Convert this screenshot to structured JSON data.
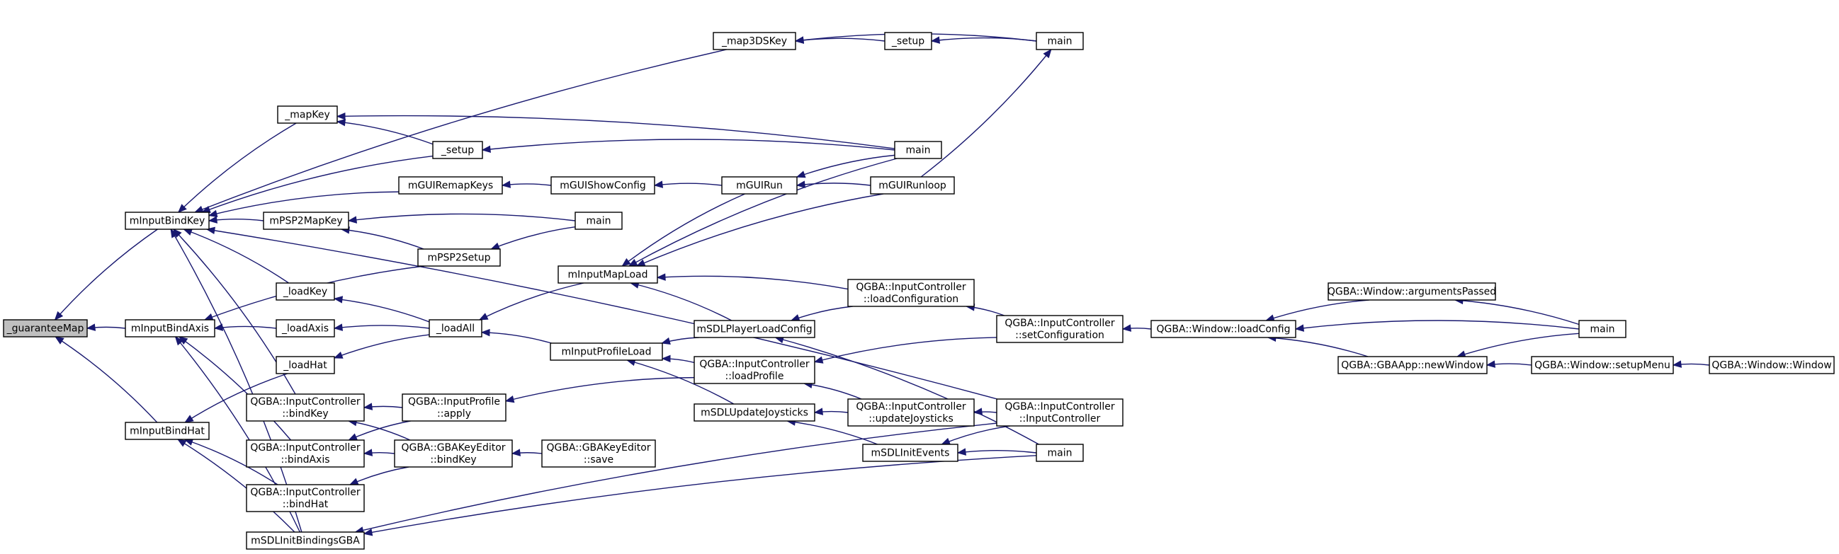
{
  "colors": {
    "edge": "#191970",
    "node_border": "#000000",
    "root_fill": "#bfbfbf",
    "node_fill": "#ffffff"
  },
  "nodes": [
    {
      "id": "guaranteeMap",
      "lines": [
        "_guaranteeMap"
      ]
    },
    {
      "id": "mInputBindKey",
      "lines": [
        "mInputBindKey"
      ]
    },
    {
      "id": "mInputBindAxis",
      "lines": [
        "mInputBindAxis"
      ]
    },
    {
      "id": "mInputBindHat",
      "lines": [
        "mInputBindHat"
      ]
    },
    {
      "id": "map3DSKey",
      "lines": [
        "_map3DSKey"
      ]
    },
    {
      "id": "setup3ds",
      "lines": [
        "_setup"
      ]
    },
    {
      "id": "main3ds",
      "lines": [
        "main"
      ]
    },
    {
      "id": "mapKey",
      "lines": [
        "_mapKey"
      ]
    },
    {
      "id": "setup2",
      "lines": [
        "_setup"
      ]
    },
    {
      "id": "main2",
      "lines": [
        "main"
      ]
    },
    {
      "id": "mGUIRemapKeys",
      "lines": [
        "mGUIRemapKeys"
      ]
    },
    {
      "id": "mGUIShowConfig",
      "lines": [
        "mGUIShowConfig"
      ]
    },
    {
      "id": "mGUIRun",
      "lines": [
        "mGUIRun"
      ]
    },
    {
      "id": "mGUIRunloop",
      "lines": [
        "mGUIRunloop"
      ]
    },
    {
      "id": "mPSP2MapKey",
      "lines": [
        "mPSP2MapKey"
      ]
    },
    {
      "id": "mainPSP",
      "lines": [
        "main"
      ]
    },
    {
      "id": "mPSP2Setup",
      "lines": [
        "mPSP2Setup"
      ]
    },
    {
      "id": "loadKey",
      "lines": [
        "_loadKey"
      ]
    },
    {
      "id": "loadAxis",
      "lines": [
        "_loadAxis"
      ]
    },
    {
      "id": "loadHat",
      "lines": [
        "_loadHat"
      ]
    },
    {
      "id": "loadAll",
      "lines": [
        "_loadAll"
      ]
    },
    {
      "id": "mInputMapLoad",
      "lines": [
        "mInputMapLoad"
      ]
    },
    {
      "id": "mInputProfileLoad",
      "lines": [
        "mInputProfileLoad"
      ]
    },
    {
      "id": "mSDLPlayerLoadConfig",
      "lines": [
        "mSDLPlayerLoadConfig"
      ]
    },
    {
      "id": "icLoadConfiguration",
      "lines": [
        "QGBA::InputController",
        "::loadConfiguration"
      ]
    },
    {
      "id": "icSetConfiguration",
      "lines": [
        "QGBA::InputController",
        "::setConfiguration"
      ]
    },
    {
      "id": "winLoadConfig",
      "lines": [
        "QGBA::Window::loadConfig"
      ]
    },
    {
      "id": "winArgumentsPassed",
      "lines": [
        "QGBA::Window::argumentsPassed"
      ]
    },
    {
      "id": "mainQt",
      "lines": [
        "main"
      ]
    },
    {
      "id": "appNewWindow",
      "lines": [
        "QGBA::GBAApp::newWindow"
      ]
    },
    {
      "id": "winSetupMenu",
      "lines": [
        "QGBA::Window::setupMenu"
      ]
    },
    {
      "id": "winWindow",
      "lines": [
        "QGBA::Window::Window"
      ]
    },
    {
      "id": "icLoadProfile",
      "lines": [
        "QGBA::InputController",
        "::loadProfile"
      ]
    },
    {
      "id": "mSDLUpdateJoysticks",
      "lines": [
        "mSDLUpdateJoysticks"
      ]
    },
    {
      "id": "icUpdateJoysticks",
      "lines": [
        "QGBA::InputController",
        "::updateJoysticks"
      ]
    },
    {
      "id": "icInputController",
      "lines": [
        "QGBA::InputController",
        "::InputController"
      ]
    },
    {
      "id": "mSDLInitEvents",
      "lines": [
        "mSDLInitEvents"
      ]
    },
    {
      "id": "mainSDL",
      "lines": [
        "main"
      ]
    },
    {
      "id": "icBindKey",
      "lines": [
        "QGBA::InputController",
        "::bindKey"
      ]
    },
    {
      "id": "ipApply",
      "lines": [
        "QGBA::InputProfile",
        "::apply"
      ]
    },
    {
      "id": "icBindAxis",
      "lines": [
        "QGBA::InputController",
        "::bindAxis"
      ]
    },
    {
      "id": "gkeBindKey",
      "lines": [
        "QGBA::GBAKeyEditor",
        "::bindKey"
      ]
    },
    {
      "id": "gkeSave",
      "lines": [
        "QGBA::GBAKeyEditor",
        "::save"
      ]
    },
    {
      "id": "icBindHat",
      "lines": [
        "QGBA::InputController",
        "::bindHat"
      ]
    },
    {
      "id": "mSDLInitBindingsGBA",
      "lines": [
        "mSDLInitBindingsGBA"
      ]
    }
  ],
  "edges": [
    {
      "from": "mInputBindKey",
      "to": "guaranteeMap"
    },
    {
      "from": "mInputBindAxis",
      "to": "guaranteeMap"
    },
    {
      "from": "mInputBindHat",
      "to": "guaranteeMap"
    },
    {
      "from": "map3DSKey",
      "to": "mInputBindKey"
    },
    {
      "from": "mapKey",
      "to": "mInputBindKey"
    },
    {
      "from": "setup2",
      "to": "mInputBindKey"
    },
    {
      "from": "mGUIRemapKeys",
      "to": "mInputBindKey"
    },
    {
      "from": "mPSP2MapKey",
      "to": "mInputBindKey"
    },
    {
      "from": "loadKey",
      "to": "mInputBindKey"
    },
    {
      "from": "icBindKey",
      "to": "mInputBindKey"
    },
    {
      "from": "mSDLInitBindingsGBA",
      "to": "mInputBindKey"
    },
    {
      "from": "icInputController",
      "to": "mInputBindKey"
    },
    {
      "from": "loadAxis",
      "to": "mInputBindAxis"
    },
    {
      "from": "mPSP2Setup",
      "to": "mInputBindAxis"
    },
    {
      "from": "icBindAxis",
      "to": "mInputBindAxis"
    },
    {
      "from": "mSDLInitBindingsGBA",
      "to": "mInputBindAxis"
    },
    {
      "from": "loadHat",
      "to": "mInputBindHat"
    },
    {
      "from": "icBindHat",
      "to": "mInputBindHat"
    },
    {
      "from": "mSDLInitBindingsGBA",
      "to": "mInputBindHat"
    },
    {
      "from": "setup3ds",
      "to": "map3DSKey"
    },
    {
      "from": "main3ds",
      "to": "map3DSKey"
    },
    {
      "from": "main3ds",
      "to": "setup3ds"
    },
    {
      "from": "setup2",
      "to": "mapKey"
    },
    {
      "from": "main2",
      "to": "mapKey"
    },
    {
      "from": "main2",
      "to": "setup2"
    },
    {
      "from": "mGUIShowConfig",
      "to": "mGUIRemapKeys"
    },
    {
      "from": "mGUIRun",
      "to": "mGUIShowConfig"
    },
    {
      "from": "main2",
      "to": "mGUIRun"
    },
    {
      "from": "mGUIRunloop",
      "to": "mGUIRun"
    },
    {
      "from": "mainPSP",
      "to": "mPSP2MapKey"
    },
    {
      "from": "mPSP2Setup",
      "to": "mPSP2MapKey"
    },
    {
      "from": "mainPSP",
      "to": "mPSP2Setup"
    },
    {
      "from": "mGUIRunloop",
      "to": "main3ds"
    },
    {
      "from": "loadAll",
      "to": "loadKey"
    },
    {
      "from": "loadAll",
      "to": "loadAxis"
    },
    {
      "from": "loadAll",
      "to": "loadHat"
    },
    {
      "from": "mInputMapLoad",
      "to": "loadAll"
    },
    {
      "from": "mInputProfileLoad",
      "to": "loadAll"
    },
    {
      "from": "mGUIRun",
      "to": "mInputMapLoad"
    },
    {
      "from": "main2",
      "to": "mInputMapLoad"
    },
    {
      "from": "mGUIRunloop",
      "to": "mInputMapLoad"
    },
    {
      "from": "mSDLPlayerLoadConfig",
      "to": "mInputMapLoad"
    },
    {
      "from": "icLoadConfiguration",
      "to": "mInputMapLoad"
    },
    {
      "from": "mSDLPlayerLoadConfig",
      "to": "mInputProfileLoad"
    },
    {
      "from": "icLoadProfile",
      "to": "mInputProfileLoad"
    },
    {
      "from": "mSDLUpdateJoysticks",
      "to": "mInputProfileLoad"
    },
    {
      "from": "icLoadConfiguration",
      "to": "mSDLPlayerLoadConfig"
    },
    {
      "from": "mainSDL",
      "to": "mSDLPlayerLoadConfig"
    },
    {
      "from": "icSetConfiguration",
      "to": "icLoadConfiguration"
    },
    {
      "from": "icSetConfiguration",
      "to": "icLoadProfile"
    },
    {
      "from": "winLoadConfig",
      "to": "icSetConfiguration"
    },
    {
      "from": "winArgumentsPassed",
      "to": "winLoadConfig"
    },
    {
      "from": "mainQt",
      "to": "winLoadConfig"
    },
    {
      "from": "appNewWindow",
      "to": "winLoadConfig"
    },
    {
      "from": "mainQt",
      "to": "winArgumentsPassed"
    },
    {
      "from": "mainQt",
      "to": "appNewWindow"
    },
    {
      "from": "winSetupMenu",
      "to": "appNewWindow"
    },
    {
      "from": "winWindow",
      "to": "winSetupMenu"
    },
    {
      "from": "icUpdateJoysticks",
      "to": "icLoadProfile"
    },
    {
      "from": "icUpdateJoysticks",
      "to": "mSDLUpdateJoysticks"
    },
    {
      "from": "icInputController",
      "to": "icUpdateJoysticks"
    },
    {
      "from": "mSDLInitEvents",
      "to": "mSDLUpdateJoysticks"
    },
    {
      "from": "icInputController",
      "to": "mSDLInitEvents"
    },
    {
      "from": "mainSDL",
      "to": "mSDLInitEvents"
    },
    {
      "from": "ipApply",
      "to": "icBindKey"
    },
    {
      "from": "gkeBindKey",
      "to": "icBindKey"
    },
    {
      "from": "icLoadProfile",
      "to": "ipApply"
    },
    {
      "from": "ipApply",
      "to": "icBindAxis"
    },
    {
      "from": "gkeBindKey",
      "to": "icBindAxis"
    },
    {
      "from": "gkeSave",
      "to": "gkeBindKey"
    },
    {
      "from": "gkeBindKey",
      "to": "icBindHat"
    },
    {
      "from": "icInputController",
      "to": "mSDLInitBindingsGBA"
    },
    {
      "from": "mainSDL",
      "to": "mSDLInitBindingsGBA"
    }
  ]
}
